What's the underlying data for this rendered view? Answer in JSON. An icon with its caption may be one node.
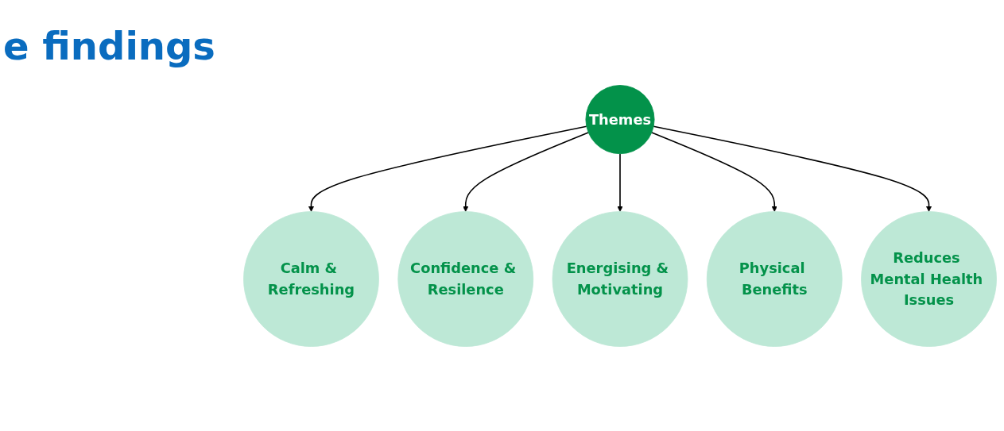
{
  "diagram": {
    "title": "e findings",
    "nodes": [
      {
        "text": [
          "Themes"
        ]
      },
      {
        "text": [
          "Calm & Refreshing"
        ]
      },
      {
        "text": [
          "Confidence & Resilence"
        ]
      },
      {
        "text": [
          "Energising & Motivating"
        ]
      },
      {
        "text": [
          "Physical Benefits"
        ]
      },
      {
        "text": [
          "Reduces Mental Health Issues"
        ]
      }
    ],
    "edges": [
      {
        "from": 0,
        "to": 1,
        "arrow": "to"
      },
      {
        "from": 0,
        "to": 2,
        "arrow": "to"
      },
      {
        "from": 0,
        "to": 3,
        "arrow": "to"
      },
      {
        "from": 0,
        "to": 4,
        "arrow": "to"
      },
      {
        "from": 0,
        "to": 5,
        "arrow": "to"
      }
    ]
  }
}
